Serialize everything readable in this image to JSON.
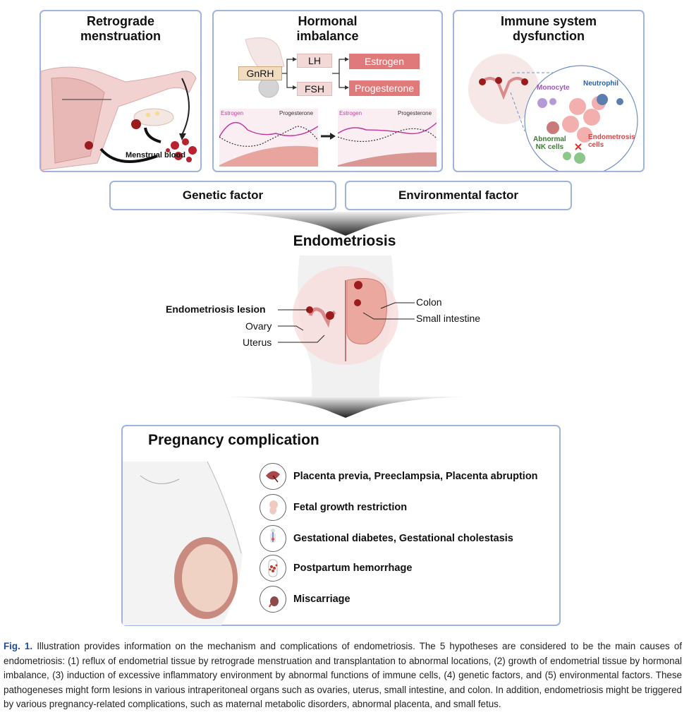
{
  "panels": {
    "retrograde": {
      "title_line1": "Retrograde",
      "title_line2": "menstruation",
      "label_blood": "Menstrual  blood"
    },
    "hormonal": {
      "title_line1": "Hormonal",
      "title_line2": "imbalance",
      "gnrh": "GnRH",
      "lh": "LH",
      "fsh": "FSH",
      "estrogen": "Estrogen",
      "progesterone": "Progesterone",
      "chart_left_estrogen": "Estrogen",
      "chart_left_progesterone": "Progesterone",
      "chart_right_estrogen": "Estrogen",
      "chart_right_progesterone": "Progesterone",
      "colors": {
        "hormone_box": "#f3d8d8",
        "gnrh_box": "#f1dcc0",
        "output_box": "#e07a7a",
        "estrogen_line": "#c33a9e"
      }
    },
    "immune": {
      "title_line1": "Immune system",
      "title_line2": "dysfunction",
      "monocyte": "Monocyte",
      "neutrophil": "Neutrophil",
      "nk_line1": "Abnormal",
      "nk_line2": "NK cells",
      "endo_line1": "Endometrosis",
      "endo_line2": "cells",
      "colors": {
        "monocyte": "#9b59b6",
        "neutrophil": "#2f5f9e",
        "nk": "#3d7a35",
        "endo": "#d64545"
      }
    }
  },
  "factors": {
    "genetic": "Genetic factor",
    "environmental": "Environmental factor"
  },
  "endometriosis": {
    "title": "Endometriosis",
    "labels": {
      "lesion": "Endometriosis lesion",
      "ovary": "Ovary",
      "uterus": "Uterus",
      "colon": "Colon",
      "small_intestine": "Small intestine"
    }
  },
  "pregnancy": {
    "title": "Pregnancy complication",
    "items": [
      {
        "icon": "placenta-icon",
        "label": "Placenta previa, Preeclampsia, Placenta abruption"
      },
      {
        "icon": "fetus-icon",
        "label": "Fetal growth restriction"
      },
      {
        "icon": "body-metabolic-icon",
        "label": "Gestational diabetes, Gestational cholestasis"
      },
      {
        "icon": "hemorrhage-icon",
        "label": "Postpartum hemorrhage"
      },
      {
        "icon": "miscarriage-icon",
        "label": "Miscarriage"
      }
    ]
  },
  "caption": {
    "fig_label": "Fig. 1.",
    "text": " Illustration provides information on the mechanism and complications of endometriosis. The 5 hypotheses are considered to be the main causes of endometriosis: (1) reflux of endometrial tissue by retrograde menstruation and transplantation to abnormal locations, (2) growth of endometrial tissue by hormonal imbalance, (3) induction of excessive inflammatory environment by abnormal functions of immune cells, (4) genetic factors, and (5) environmental factors. These pathogeneses might form lesions in various intraperitoneal organs such as ovaries, uterus, small intestine, and colon. In addition, endometriosis might be triggered by various pregnancy-related complications, such as maternal metabolic disorders, abnormal placenta, and small fetus."
  },
  "colors": {
    "panel_border": "#9fb4dc",
    "caption_fig": "#1f4e9a",
    "lesion": "#9b1c1c",
    "tissue": "#e8a5a0"
  }
}
